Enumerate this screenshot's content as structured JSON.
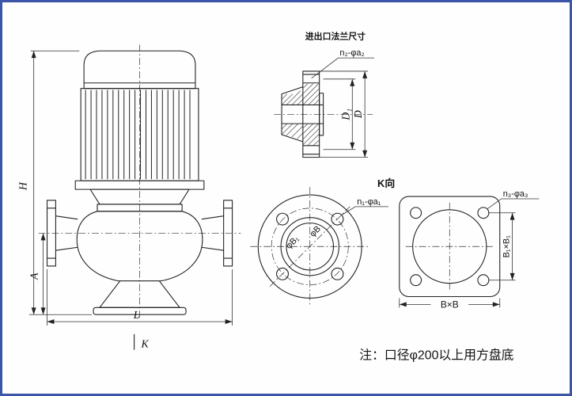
{
  "colors": {
    "border": "#3b55a8",
    "ink": "#222222",
    "background": "#fefefe"
  },
  "main_view": {
    "dim_h": "H",
    "dim_a": "A",
    "dim_l": "L",
    "view_arrow": "K"
  },
  "flange_section": {
    "title": "进出口法兰尺寸",
    "holes_label": "n₂-φa₂",
    "dim_d1": "D₁",
    "dim_d": "D"
  },
  "k_view": {
    "title": "K向",
    "holes_label": "n₁-φa₁",
    "dim_b1": "φB₁",
    "dim_b": "φB"
  },
  "base_view": {
    "holes_label": "n₃-φa₃",
    "dim_b1xb1": "B₁×B₁",
    "dim_bxb": "B×B"
  },
  "note": "注：口径φ200以上用方盘底"
}
